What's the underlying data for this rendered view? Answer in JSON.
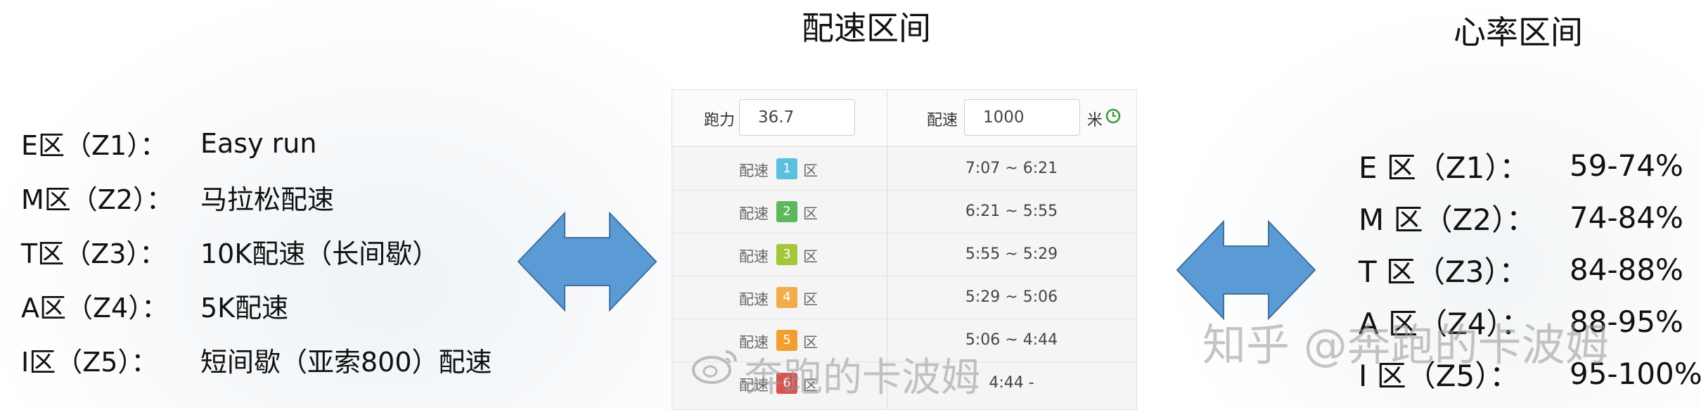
{
  "left_zones": [
    {
      "zone": "E区（Z1）：",
      "desc": "Easy run"
    },
    {
      "zone": "M区（Z2）：",
      "desc": "马拉松配速"
    },
    {
      "zone": "T区（Z3）：",
      "desc": "10K配速（长间歇）"
    },
    {
      "zone": "A区（Z4）：",
      "desc": "5K配速"
    },
    {
      "zone": "I区（Z5）：",
      "desc": "短间歇（亚索800）配速"
    }
  ],
  "pace_title": "配速区间",
  "hr_title": "心率区间",
  "pace_table": {
    "vdot_label": "跑力",
    "vdot_value": "36.7",
    "pace_label": "配速",
    "distance_value": "1000",
    "unit": "米",
    "rows": [
      {
        "prefix": "配速",
        "num": "1",
        "suffix": "区",
        "color": "#5bc0de",
        "range": "7:07 ~ 6:21"
      },
      {
        "prefix": "配速",
        "num": "2",
        "suffix": "区",
        "color": "#5cb85c",
        "range": "6:21 ~ 5:55"
      },
      {
        "prefix": "配速",
        "num": "3",
        "suffix": "区",
        "color": "#a4c639",
        "range": "5:55 ~ 5:29"
      },
      {
        "prefix": "配速",
        "num": "4",
        "suffix": "区",
        "color": "#f0ad4e",
        "range": "5:29 ~ 5:06"
      },
      {
        "prefix": "配速",
        "num": "5",
        "suffix": "区",
        "color": "#f0a030",
        "range": "5:06 ~ 4:44"
      },
      {
        "prefix": "配速",
        "num": "6",
        "suffix": "区",
        "color": "#d9534f",
        "range": "4:44 -"
      }
    ]
  },
  "hr_zones": [
    {
      "zone": "E 区（Z1）：",
      "pct": "59-74%"
    },
    {
      "zone": "M 区（Z2）：",
      "pct": "74-84%"
    },
    {
      "zone": "T 区（Z3）：",
      "pct": "84-88%"
    },
    {
      "zone": "A 区（Z4）：",
      "pct": "88-95%"
    },
    {
      "zone": "I 区（Z5）：",
      "pct": "95-100%"
    }
  ],
  "watermarks": {
    "weibo": "奔跑的卡波姆",
    "zhihu": "知乎 @奔跑的卡波姆"
  },
  "colors": {
    "arrow_fill": "#5b9bd5",
    "arrow_stroke": "#41719c"
  }
}
